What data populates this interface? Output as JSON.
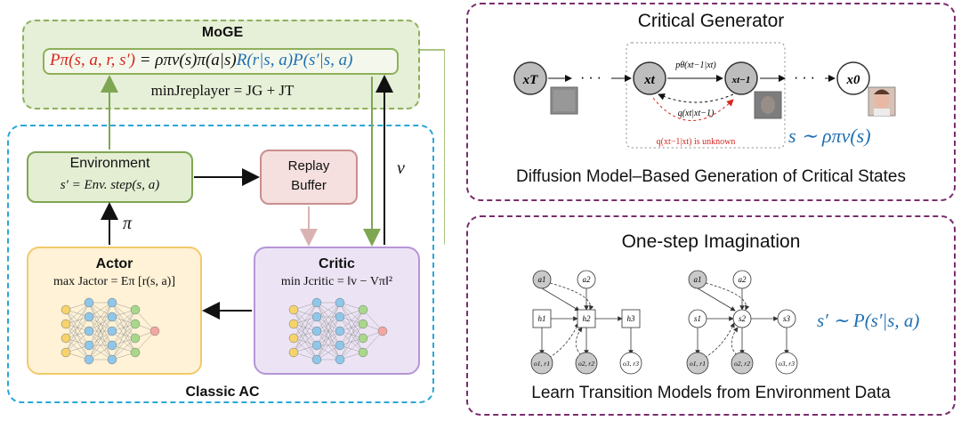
{
  "moge": {
    "title": "MoGE",
    "eq_lhs": "Pπ(s, a, r, s′)",
    "eq_mid": " = ρπv(s)π(a|s)",
    "eq_rwd": "R(r|s, a)",
    "eq_trans": "P(s′|s, a)",
    "objective": "minJreplayer = JG + JT"
  },
  "classic_ac": {
    "title": "Classic AC",
    "environment": {
      "title": "Environment",
      "eq": "s′ = Env. step(s, a)"
    },
    "replay": {
      "title": "Replay Buffer"
    },
    "actor": {
      "title": "Actor",
      "eq": "max Jactor = Eπ [r(s, a)]"
    },
    "critic": {
      "title": "Critic",
      "eq": "min Jcritic = ‖v − Vπ‖²"
    },
    "pi_label": "π",
    "v_label": "v"
  },
  "critical_generator": {
    "title": "Critical Generator",
    "caption": "Diffusion Model–Based Generation of Critical States",
    "formula": "s ∼ ρπv(s)",
    "nodes": [
      "xT",
      "xt",
      "xt−1",
      "x0"
    ],
    "forward_label": "pθ(xt−1|xt)",
    "backward_label": "q(xt|xt−1)",
    "unknown_label": "q(xt−1|xt) is unknown"
  },
  "imagination": {
    "title": "One-step Imagination",
    "caption": "Learn Transition Models from Environment Data",
    "formula": "s′ ∼ P(s′|s, a)",
    "left_graph": {
      "a": [
        "a1",
        "a2"
      ],
      "h": [
        "h1",
        "h2",
        "h3"
      ],
      "o": [
        "o1, r1",
        "o2, r2",
        "o3, r3"
      ]
    },
    "right_graph": {
      "a": [
        "a1",
        "a2"
      ],
      "s": [
        "s1",
        "s2",
        "s3"
      ],
      "o": [
        "o1, r1",
        "o2, r2",
        "o3, r3"
      ]
    }
  },
  "colors": {
    "moge_fill": "#e6efd7",
    "moge_border": "#8db05a",
    "ac_border": "#2aa7d6",
    "panel_border": "#7a2d6e",
    "env_fill": "#e3eed3",
    "env_border": "#7fa653",
    "replay_fill": "#f6dfdf",
    "replay_border": "#c98f8f",
    "actor_fill": "#fff2d6",
    "actor_border": "#f2c96b",
    "critic_fill": "#ece4f5",
    "critic_border": "#b596d6",
    "red": "#d6281f",
    "blue": "#1f6fb2"
  }
}
